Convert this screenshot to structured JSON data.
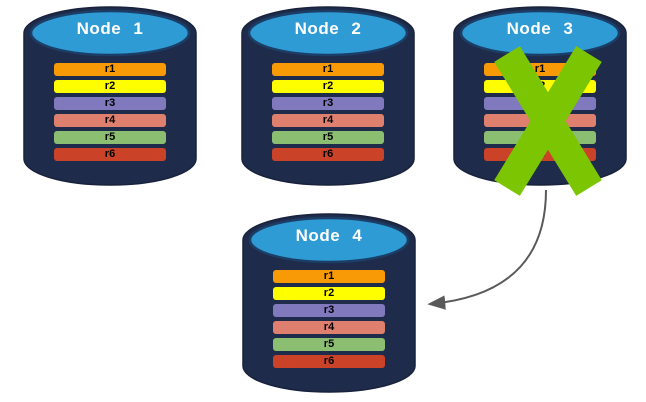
{
  "diagram": {
    "background": "#FFFFFF",
    "nodes": [
      {
        "title": "Node 1",
        "status": "ok"
      },
      {
        "title": "Node 2",
        "status": "ok"
      },
      {
        "title": "Node 3",
        "status": "failed"
      },
      {
        "title": "Node 4",
        "status": "ok"
      }
    ],
    "shards": [
      {
        "label": "r1",
        "color": "#F89A06"
      },
      {
        "label": "r2",
        "color": "#FEFE00"
      },
      {
        "label": "r3",
        "color": "#8179BE"
      },
      {
        "label": "r4",
        "color": "#DF7F6E"
      },
      {
        "label": "r5",
        "color": "#8CBE72"
      },
      {
        "label": "r6",
        "color": "#CA4227"
      }
    ],
    "cylinder": {
      "body_color": "#1E2B4B",
      "body_border": "#18223C",
      "top_color": "#2E9BD5",
      "top_border": "#1C3E66"
    },
    "failure_x": {
      "color": "#7CC503",
      "on_node": "Node 3"
    },
    "arrow": {
      "color": "#595959",
      "from": "Node 3",
      "to": "Node 4"
    }
  }
}
